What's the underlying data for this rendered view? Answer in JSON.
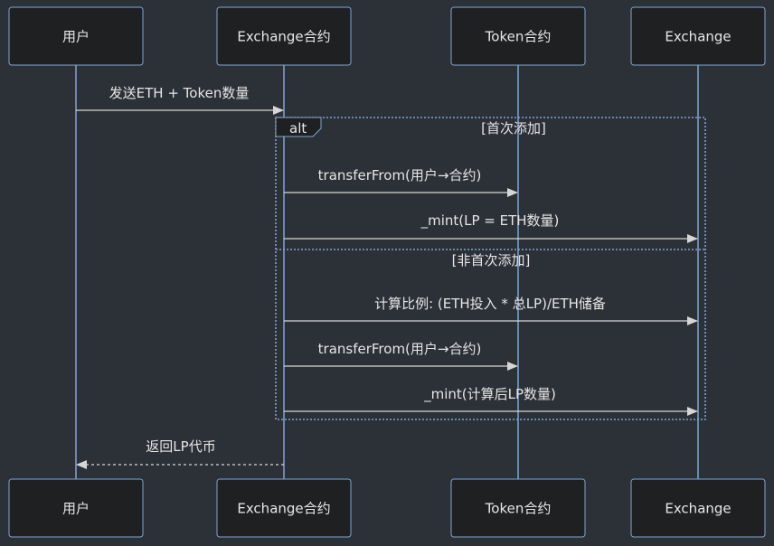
{
  "diagram": {
    "participants": [
      {
        "id": "user",
        "label": "用户"
      },
      {
        "id": "exchange_contract",
        "label": "Exchange合约"
      },
      {
        "id": "token_contract",
        "label": "Token合约"
      },
      {
        "id": "exchange",
        "label": "Exchange"
      }
    ],
    "messages": [
      {
        "from": "user",
        "to": "exchange_contract",
        "text": "发送ETH + Token数量",
        "style": "solid"
      },
      {
        "from": "exchange_contract",
        "to": "token_contract",
        "text": "transferFrom(用户→合约)",
        "style": "solid"
      },
      {
        "from": "exchange_contract",
        "to": "exchange",
        "text": "_mint(LP = ETH数量)",
        "style": "solid"
      },
      {
        "from": "exchange_contract",
        "to": "exchange",
        "text": "计算比例: (ETH投入 * 总LP)/ETH储备",
        "style": "solid"
      },
      {
        "from": "exchange_contract",
        "to": "token_contract",
        "text": "transferFrom(用户→合约)",
        "style": "solid"
      },
      {
        "from": "exchange_contract",
        "to": "exchange",
        "text": "_mint(计算后LP数量)",
        "style": "solid"
      },
      {
        "from": "exchange_contract",
        "to": "user",
        "text": "返回LP代币",
        "style": "dashed"
      }
    ],
    "alt_frame": {
      "label": "alt",
      "guard_1": "[首次添加]",
      "guard_2": "[非首次添加]"
    },
    "colors": {
      "background": "#2c3037",
      "actor_fill": "#1f2022",
      "lifeline": "#7fa6d3",
      "message": "#d6d6d6",
      "text": "#e6e6e6"
    }
  }
}
